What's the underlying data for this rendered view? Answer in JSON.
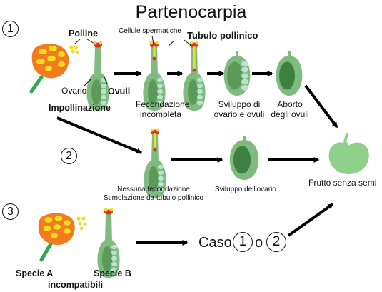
{
  "title": "Partenocarpia",
  "cases": {
    "c1": "1",
    "c2": "2",
    "c3": "3"
  },
  "labels": {
    "polline": "Polline",
    "cellule_spermatiche": "Cellule spermatiche",
    "tubulo_pollinico": "Tubulo pollinico",
    "ovario": "Ovario",
    "ovuli": "Ovuli",
    "impollinazione": "Impollinazione",
    "fecondazione_1": "Fecondazione",
    "fecondazione_2": "incompleta",
    "sviluppo_1": "Sviluppo di",
    "sviluppo_2": "ovario e ovuli",
    "aborto_1": "Aborto",
    "aborto_2": "degli ovuli",
    "nessuna_1": "Nessuna fecondazione",
    "nessuna_2": "Stimolazione da tubulo pollinico",
    "sviluppo_ovario": "Sviluppo dell'ovario",
    "frutto": "Frutto senza semi",
    "specie_a": "Specie A",
    "specie_b": "Specie B",
    "incompatibili": "incompatibili",
    "caso": "Caso",
    "caso_n1": "1",
    "caso_o": "o",
    "caso_n2": "2"
  },
  "colors": {
    "pistil": "#7fba7f",
    "ovary_dark": "#5c9a5c",
    "ovule": "#b9e3cf",
    "ovary_core": "#3f7f3f",
    "stigma": "#d8342b",
    "pollen": "#f4dc26",
    "flower": "#f07c1e",
    "stem": "#2ea84a",
    "fruit": "#8fd18a",
    "arrow": "#000000"
  }
}
